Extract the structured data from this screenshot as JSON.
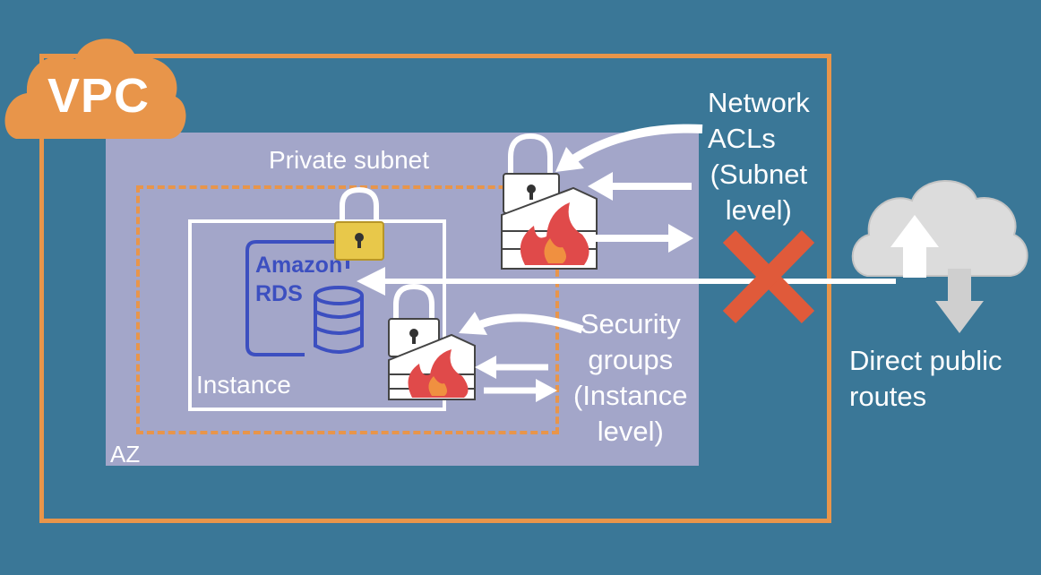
{
  "vpc": {
    "badge": "VPC"
  },
  "az": {
    "label": "AZ"
  },
  "subnet": {
    "label": "Private subnet"
  },
  "instance": {
    "label": "Instance",
    "rds_line1": "Amazon",
    "rds_line2": "RDS"
  },
  "network_acls": {
    "line1": "Network",
    "line2": "ACLs",
    "line3": "(Subnet",
    "line4": "level)"
  },
  "security_groups": {
    "line1": "Security",
    "line2": "groups",
    "line3": "(Instance",
    "line4": "level)"
  },
  "public_routes": {
    "line1": "Direct public",
    "line2": "routes"
  },
  "colors": {
    "background": "#3a7797",
    "vpc_orange": "#e8954a",
    "az_fill": "#a3a6c9",
    "rds_blue": "#3c4fc0",
    "fire_red": "#e04a4a",
    "block_x": "#e05a3a",
    "lock_gold": "#e8c84a"
  }
}
